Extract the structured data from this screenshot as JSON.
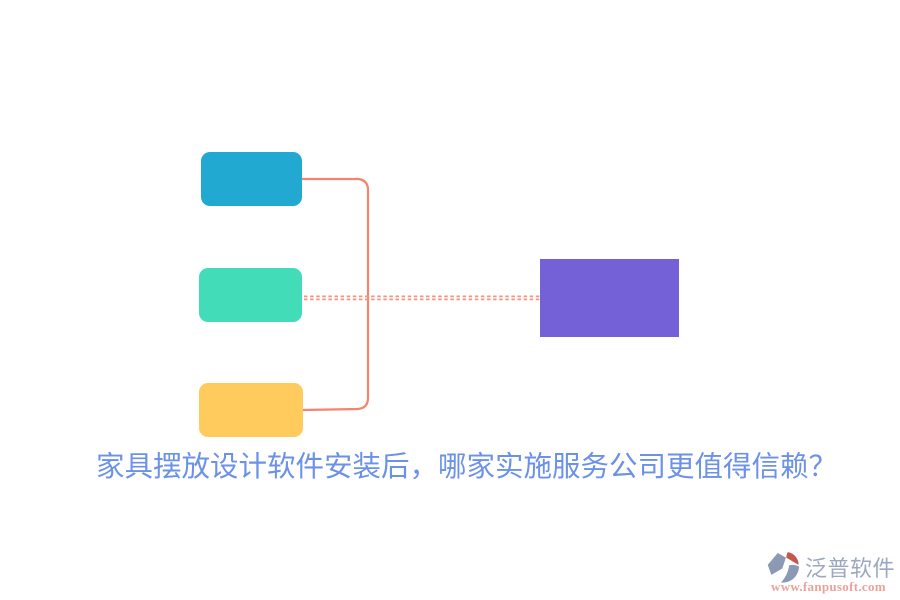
{
  "canvas": {
    "background": "#ffffff"
  },
  "diagram": {
    "nodes": [
      {
        "id": "topic-1",
        "color": "#21A9D2"
      },
      {
        "id": "topic-2",
        "color": "#43DCB9"
      },
      {
        "id": "topic-3",
        "color": "#FFCB5C"
      },
      {
        "id": "result",
        "color": "#7561D7"
      }
    ],
    "connectors": {
      "solid_color": "#F5836F",
      "dotted_color": "#F29480"
    }
  },
  "heading": {
    "text": "家具摆放设计软件安装后，哪家实施服务公司更值得信赖？",
    "color": "#6B92E8"
  },
  "watermark": {
    "brand": "泛普软件",
    "brand_color": "#9CA8C0",
    "url": "www.fanpusoft.com",
    "url_color": "#E9A39B",
    "icon_gray": "#8C99B5",
    "icon_red": "#C4574E"
  }
}
